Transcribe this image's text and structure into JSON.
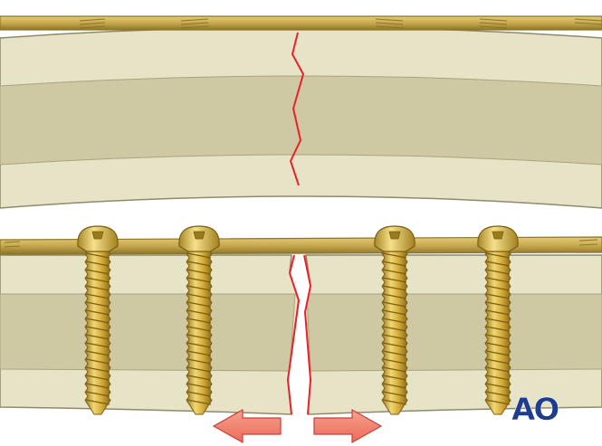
{
  "figure": {
    "description_visible": false,
    "colors": {
      "bone_outer": "#e7e3c6",
      "bone_mid": "#cec9a2",
      "bone_stroke": "#8e8a6c",
      "plate": "#c9ad55",
      "plate_dark": "#8e7527",
      "screw_light": "#f3dc7a",
      "screw_mid": "#d8b13d",
      "screw_dark": "#8b6b18",
      "fracture": "#e8222a",
      "arrow_fill": "#f2826f",
      "arrow_stroke": "#c8403a",
      "logo": "#1e3d8f"
    },
    "top_panel": {
      "name": "before-compression"
    },
    "bottom_panel": {
      "name": "after-compression",
      "screw_count": 4,
      "arrows": [
        "left",
        "right"
      ]
    },
    "logo": {
      "text": "AO"
    }
  }
}
